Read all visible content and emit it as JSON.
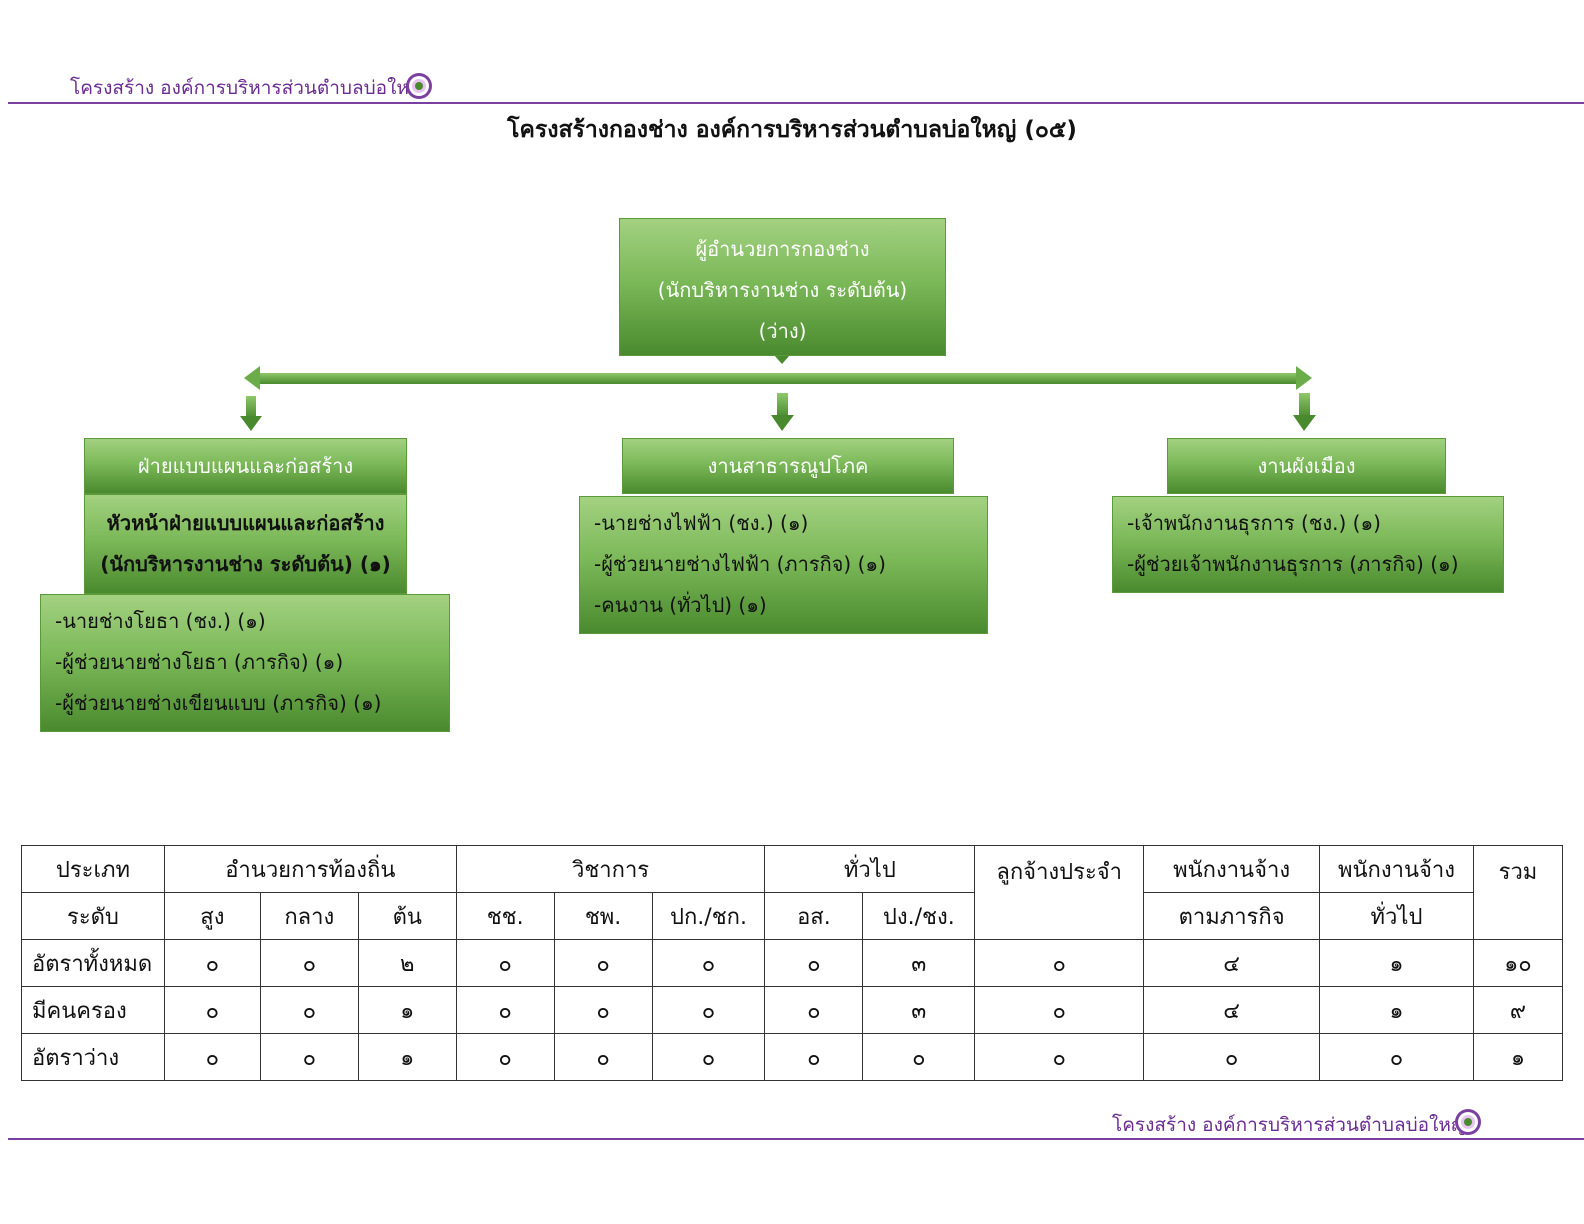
{
  "header": {
    "text": "โครงสร้าง  องค์การบริหารส่วนตำบลบ่อใหญ่"
  },
  "footer": {
    "text": "โครงสร้าง  องค์การบริหารส่วนตำบลบ่อใหญ่"
  },
  "title": "โครงสร้างกองช่าง  องค์การบริหารส่วนตำบลบ่อใหญ่  (๐๕)",
  "org": {
    "head": {
      "lines": [
        "ผู้อำนวยการกองช่าง",
        "(นักบริหารงานช่าง ระดับต้น)",
        "(ว่าง)"
      ]
    },
    "units": [
      {
        "name": "ฝ่ายแบบแผนและก่อสร้าง",
        "sub_head": [
          "หัวหน้าฝ่ายแบบแผนและก่อสร้าง",
          "(นักบริหารงานช่าง ระดับต้น) (๑)"
        ],
        "staff": [
          "-นายช่างโยธา  (ชง.) (๑)",
          "-ผู้ช่วยนายช่างโยธา  (ภารกิจ)  (๑)",
          "-ผู้ช่วยนายช่างเขียนแบบ (ภารกิจ) (๑)"
        ]
      },
      {
        "name": "งานสาธารณูปโภค",
        "staff": [
          "-นายช่างไฟฟ้า  (ชง.) (๑)",
          "-ผู้ช่วยนายช่างไฟฟ้า (ภารกิจ) (๑)",
          "-คนงาน  (ทั่วไป)  (๑)"
        ]
      },
      {
        "name": "งานผังเมือง",
        "staff": [
          "-เจ้าพนักงานธุรการ  (ชง.)  (๑)",
          "-ผู้ช่วยเจ้าพนักงานธุรการ (ภารกิจ)  (๑)"
        ]
      }
    ]
  },
  "table": {
    "type_label": "ประเภท",
    "level_label": "ระดับ",
    "groups": {
      "local_admin": "อำนวยการท้องถิ่น",
      "academic": "วิชาการ",
      "general": "ทั่วไป",
      "permanent_emp": "ลูกจ้างประจำ",
      "mission_emp": [
        "พนักงานจ้าง",
        "ตามภารกิจ"
      ],
      "general_emp": [
        "พนักงานจ้าง",
        "ทั่วไป"
      ],
      "total": "รวม"
    },
    "levels": [
      "สูง",
      "กลาง",
      "ต้น",
      "ชช.",
      "ชพ.",
      "ปก./ชก.",
      "อส.",
      "ปง./ชง."
    ],
    "rows": [
      {
        "label": "อัตราทั้งหมด",
        "values": [
          "๐",
          "๐",
          "๒",
          "๐",
          "๐",
          "๐",
          "๐",
          "๓",
          "๐",
          "๔",
          "๑",
          "๑๐"
        ]
      },
      {
        "label": "มีคนครอง",
        "values": [
          "๐",
          "๐",
          "๑",
          "๐",
          "๐",
          "๐",
          "๐",
          "๓",
          "๐",
          "๔",
          "๑",
          "๙"
        ]
      },
      {
        "label": "อัตราว่าง",
        "values": [
          "๐",
          "๐",
          "๑",
          "๐",
          "๐",
          "๐",
          "๐",
          "๐",
          "๐",
          "๐",
          "๐",
          "๑"
        ]
      }
    ]
  },
  "colors": {
    "accent": "#7b3fa0",
    "box_green_top": "#a3d181",
    "box_green_bottom": "#4a8a2e"
  },
  "icons": {
    "seal": "seal-emblem-icon"
  }
}
